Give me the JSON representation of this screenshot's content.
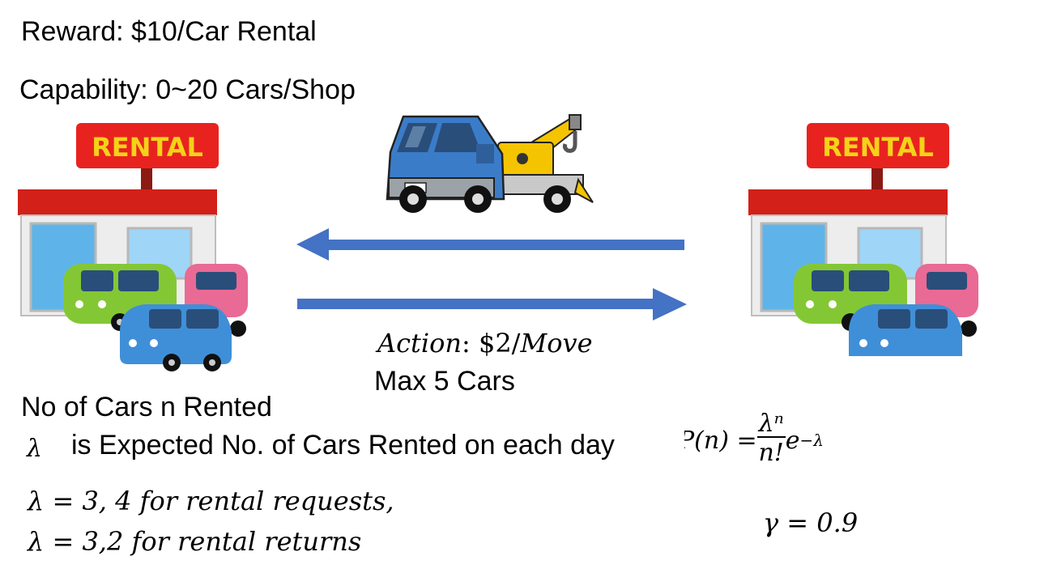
{
  "texts": {
    "reward": "Reward: $10/Car Rental",
    "capability": "Capability: 0~20 Cars/Shop",
    "action_label": "Action",
    "action_sep": ": ",
    "action_price": "$2/",
    "action_move": "Move",
    "max_cars": "Max 5 Cars",
    "rented": "No of Cars n Rented",
    "lambda_symbol": "λ",
    "lambda_desc": "is Expected No. of Cars Rented on each day",
    "requests_eq": "λ = 3, 4 ",
    "requests_text": "for rental requests,",
    "returns_eq": "λ = 3,2 ",
    "returns_text": "for rental returns",
    "gamma": "γ = 0.9"
  },
  "formula": {
    "lhs": "P(n) = ",
    "numerator": "λⁿ",
    "denominator": "n!",
    "exp_base": "e",
    "exp_power": "−λ"
  },
  "sign_left": "RENTAL",
  "sign_right": "RENTAL",
  "icons": [
    "rental-shop-icon",
    "tow-truck-icon",
    "arrow-left-icon",
    "arrow-right-icon"
  ],
  "colors": {
    "arrow": "#4472C4",
    "sign_red": "#E8231F",
    "sign_text": "#F5D21A"
  }
}
